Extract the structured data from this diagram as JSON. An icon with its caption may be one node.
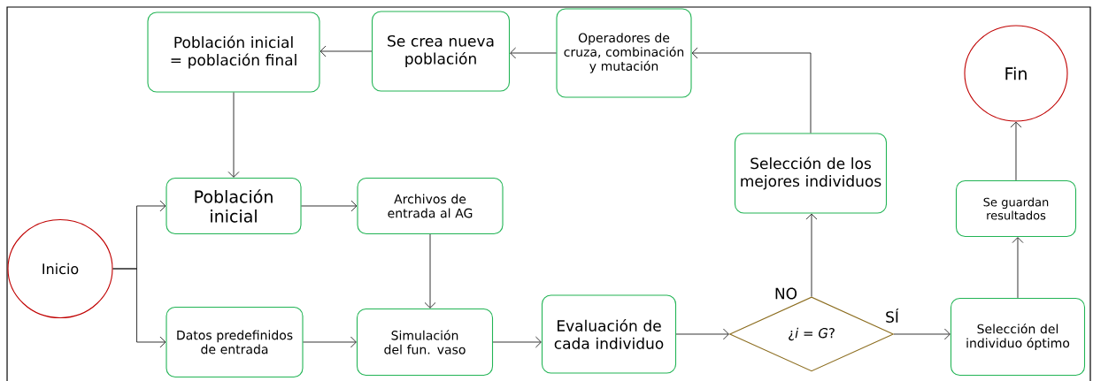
{
  "diagram": {
    "nodes": [
      {
        "text": [
          "Población inicial = población final"
        ]
      },
      {
        "text": [
          "Se crea nueva población"
        ]
      },
      {
        "text": [
          "Operadores de cruza, combinación y mutación"
        ]
      },
      {
        "text": [
          "Fin"
        ]
      },
      {
        "text": [
          "Selección de los mejores individuos"
        ]
      },
      {
        "text": [
          "Población inicial"
        ]
      },
      {
        "text": [
          "Archivos de entrada al AG"
        ]
      },
      {
        "text": [
          "Inicio"
        ]
      },
      {
        "text": [
          "Se guardan resultados"
        ]
      },
      {
        "text": [
          "Datos predefinidos de entrada"
        ]
      },
      {
        "text": [
          "Simulación del fun. vaso"
        ]
      },
      {
        "text": [
          "Evaluación de cada individuo"
        ]
      },
      {
        "text": [
          "¿*i* = *G*?"
        ]
      },
      {
        "text": [
          "Selección del individuo óptimo"
        ]
      }
    ],
    "edges": [
      {
        "from": 7,
        "to": 5,
        "arrow": "to"
      },
      {
        "from": 7,
        "to": 9,
        "arrow": "to"
      },
      {
        "from": 5,
        "to": 6,
        "arrow": "to"
      },
      {
        "from": 6,
        "to": 10,
        "arrow": "to"
      },
      {
        "from": 9,
        "to": 10,
        "arrow": "to"
      },
      {
        "from": 10,
        "to": 11,
        "arrow": "to"
      },
      {
        "from": 11,
        "to": 12,
        "arrow": "to"
      },
      {
        "from": 12,
        "to": 4,
        "arrow": "to",
        "label": "NO"
      },
      {
        "from": 12,
        "to": 13,
        "arrow": "to",
        "label": "SÍ"
      },
      {
        "from": 4,
        "to": 2,
        "arrow": "to"
      },
      {
        "from": 2,
        "to": 1,
        "arrow": "to"
      },
      {
        "from": 1,
        "to": 0,
        "arrow": "to"
      },
      {
        "from": 0,
        "to": 5,
        "arrow": "to"
      },
      {
        "from": 13,
        "to": 8,
        "arrow": "to"
      },
      {
        "from": 8,
        "to": 3,
        "arrow": "to"
      }
    ]
  }
}
